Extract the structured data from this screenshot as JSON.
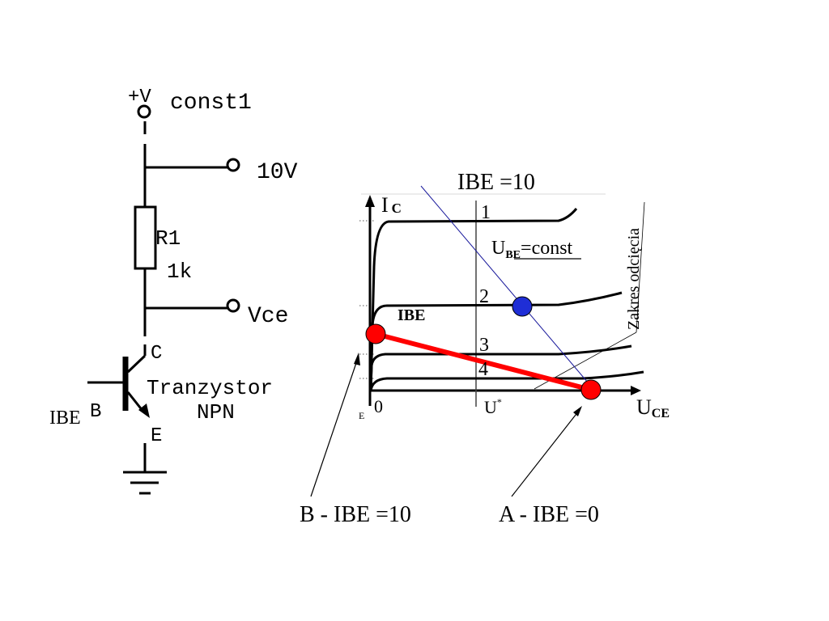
{
  "circuit": {
    "supply_symbol": "+V",
    "supply_name": "const1",
    "supply_value": "10V",
    "resistor_name": "R1",
    "resistor_value": "1k",
    "output_label": "Vce",
    "collector_label": "C",
    "base_label": "B",
    "emitter_label": "E",
    "transistor_line1": "Tranzystor",
    "transistor_line2": "NPN",
    "input_label": "IBE"
  },
  "characteristics": {
    "ibe_title": "IBE =10",
    "y_axis": "I",
    "y_axis_sub": "C",
    "x_axis": "U",
    "x_axis_sub": "CE",
    "origin": "0",
    "emitter_mark": "E",
    "u_star": "U",
    "u_star_sup": "*",
    "ube_main": "U",
    "ube_sub": "BE",
    "ube_rest": "=const",
    "ibe_inside": "IBE",
    "cutoff_label": "Zakres odcięcia",
    "curve_numbers": [
      "1",
      "2",
      "3",
      "4"
    ]
  },
  "annotations": {
    "point_b": "B - IBE =10",
    "point_a": "A - IBE =0"
  },
  "colors": {
    "load_line": "#ff0000",
    "point_fill": "#ff0000",
    "operating_point": "#1f2ed6",
    "guide_line": "#1a1a9c"
  }
}
